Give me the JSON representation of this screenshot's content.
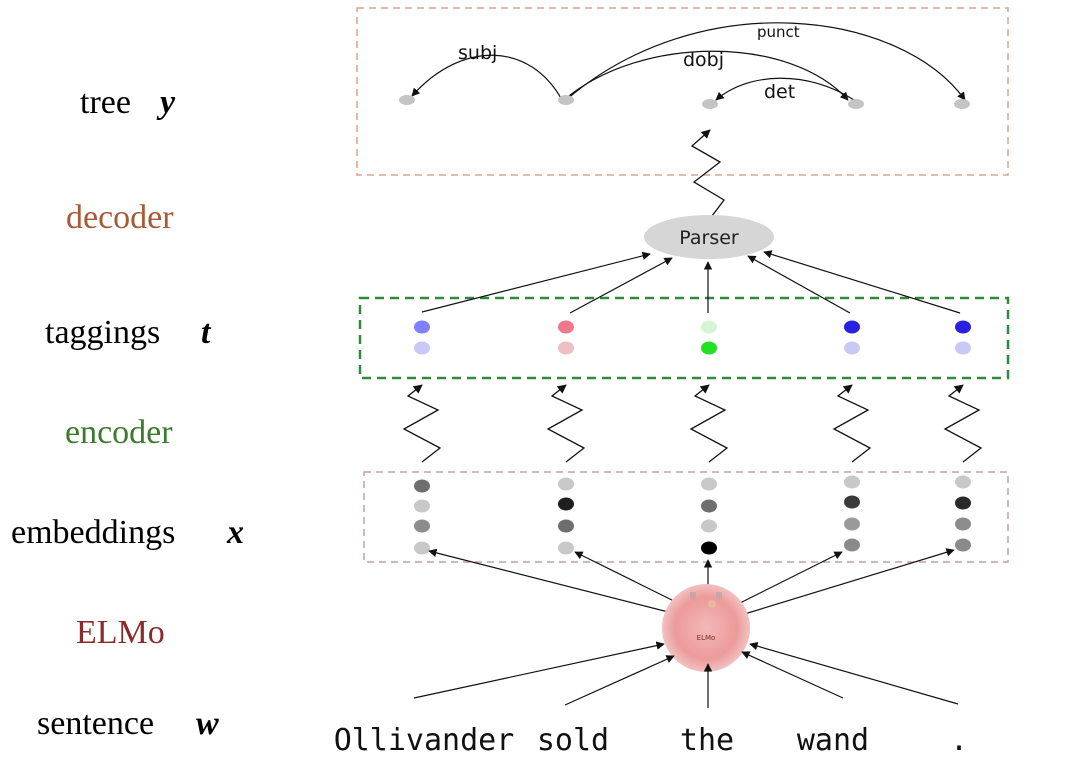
{
  "labels": {
    "tree": {
      "text": "tree",
      "var": "y",
      "color": "#000000"
    },
    "decoder": {
      "text": "decoder",
      "color": "#a85a38"
    },
    "taggings": {
      "text": "taggings",
      "var": "t",
      "color": "#000000"
    },
    "encoder": {
      "text": "encoder",
      "color": "#3c7a2e"
    },
    "embeddings": {
      "text": "embeddings",
      "var": "x",
      "color": "#000000"
    },
    "elmo": {
      "text": "ELMo",
      "color": "#8b2a2a"
    },
    "sentence": {
      "text": "sentence",
      "var": "w",
      "color": "#000000"
    }
  },
  "words": [
    "Ollivander",
    "sold",
    "the",
    "wand",
    "."
  ],
  "parser": {
    "label": "Parser"
  },
  "elmo_node": {
    "label": "ELMo"
  },
  "arcs": [
    {
      "label": "subj",
      "head": 1,
      "dep": 0
    },
    {
      "label": "dobj",
      "head": 1,
      "dep": 3
    },
    {
      "label": "det",
      "head": 3,
      "dep": 2
    },
    {
      "label": "punct",
      "head": 1,
      "dep": 4
    }
  ],
  "taggings": [
    [
      "#7f7fff",
      "#c8c8f4"
    ],
    [
      "#f0788c",
      "#ecc0c0"
    ],
    [
      "#d4f4d4",
      "#22e022"
    ],
    [
      "#2a20e0",
      "#c8c8f4"
    ],
    [
      "#2a20e0",
      "#c8c8f4"
    ]
  ],
  "embeddings": [
    [
      "#6e6e6e",
      "#c8c8c8",
      "#8c8c8c",
      "#c8c8c8"
    ],
    [
      "#c8c8c8",
      "#1e1e1e",
      "#6e6e6e",
      "#c8c8c8"
    ],
    [
      "#c8c8c8",
      "#6e6e6e",
      "#c8c8c8",
      "#000000"
    ],
    [
      "#c8c8c8",
      "#3a3a3a",
      "#9a9a9a",
      "#8a8a8a"
    ],
    [
      "#c8c8c8",
      "#2a2a2a",
      "#8c8c8c",
      "#8a8a8a"
    ]
  ],
  "colors": {
    "tree_box": "#d9a58a",
    "taggings_box": "#2e8b3e",
    "embeddings_box": "#c3a0a8",
    "parser_fill": "#d6d6d6",
    "elmo_fill": "#e88e8e",
    "tree_node": "#c4c4c4"
  }
}
